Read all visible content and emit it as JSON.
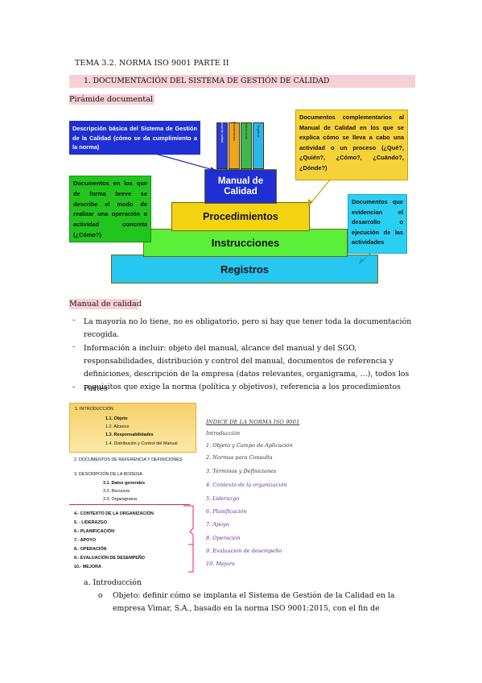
{
  "header": {
    "title": "TEMA 3.2. NORMA ISO 9001 PARTE II"
  },
  "section1": {
    "label": "1.   DOCUMENTACIÓN DEL SISTEMA DE GESTIÓN DE CALIDAD"
  },
  "pyramid": {
    "subtitle": "Pirámide documental",
    "levels": [
      "Manual de Calidad",
      "Procedimientos",
      "Instrucciones",
      "Registros"
    ],
    "binders": [
      "Manual de calidad",
      "Procedimientos",
      "Instrucciones",
      "Registros"
    ],
    "callouts": {
      "manual": "Descripción básica del Sistema de Gestión de la Calidad (cómo se da cumplimiento a la norma)",
      "complementarios": "Documentos complementarios al Manual de Calidad en los que se explica cómo se lleva a cabo una actividad o un proceso (¿Qué?, ¿Quién?, ¿Cómo?, ¿Cuándo?, ¿Dónde?)",
      "instrucciones": "Documentos en los que de forma breve se describe el modo de realizar una operación o actividad concreta (¿Cómo?)",
      "registros": "Documentos que evidencian el desarrollo o ejecución de las actividades"
    },
    "colors": {
      "manual": "#1f2fd4",
      "procedimientos": "#f4d312",
      "instrucciones": "#5cef3a",
      "registros": "#26c7f0",
      "callout_blue": "#1f2fd4",
      "callout_yellow": "#f6d23a",
      "callout_green": "#22c51e",
      "callout_cyan": "#29d0f2"
    }
  },
  "manual_calidad": {
    "subtitle": "Manual de calidad",
    "bullets": [
      "La mayoría no lo tiene, no es obligatorio, pero si hay que tener toda la documentación recogida.",
      "Información a incluir: objeto del manual, alcance del manual y del SGO, responsabilidades, distribución y control del manual, documentos de referencia y definiciones, descripción de la empresa (datos relevantes, organigrama, …), todos los requisitos que exige la norma (política y objetivos), referencia a los procedimientos",
      "Partes"
    ]
  },
  "index_left": {
    "top_items": [
      "1. INTRODUCCIÓN",
      "1.1. Objeto",
      "1.2. Alcance",
      "1.3. Responsabilidades",
      "1.4. Distribución y Control del Manual"
    ],
    "item2": "2. DOCUMENTOS DE REFERENCIA Y DEFINICIONES",
    "item3": "3. DESCRIPCIÓN DE LA BODEGA.",
    "item3_sub": [
      "3.1. Datos generales",
      "3.2. Recursos",
      "3.3. Organigrama"
    ],
    "rest": [
      "4.- CONTEXTO DE LA ORGANIZACIÓN",
      "5. - LIDERAZGO",
      "6.- PLANIFICACIÓN",
      "7.- APOYO",
      "8.- OPERACIÓN",
      "9.- EVALUACIÓN DE DESEMPEÑO",
      "10.- MEJORA"
    ]
  },
  "index_right": {
    "title": "ÍNDICE DE LA NORMA ISO 9001",
    "items": [
      "Introducción",
      "1. Objeto y Campo de Aplicación",
      "2. Normas para Consulta",
      "3. Términos y Definiciones",
      "4. Contexto de la organización",
      "5. Liderazgo",
      "6. Planificación",
      "7. Apoyo",
      "8. Operación",
      "9. Evaluación de desempeño",
      "10. Mejora"
    ]
  },
  "intro": {
    "item_a": "a.   Introducción",
    "objeto": "Objeto: definir cómo se implanta el Sistema de Gestión de la Calidad en la empresa Vimar, S.A., basado en la norma ISO 9001:2015, con el fin de"
  }
}
